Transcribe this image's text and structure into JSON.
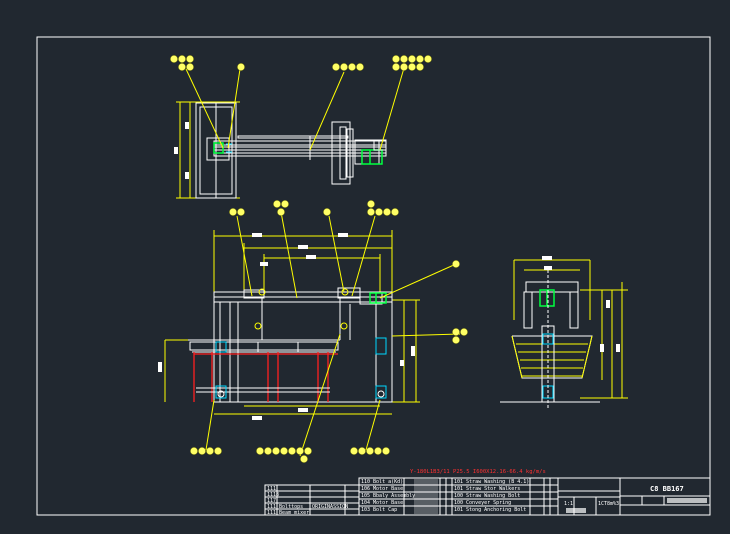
{
  "drawing": {
    "spec_note": "Y-180L1B3/11 P25.5 I600X12.16-66.4 kg/m/s",
    "title_code": "C8  BB167",
    "frame_color": "#ffffff",
    "annotation_color": "#ffff00",
    "background_color": "#212830"
  },
  "title_block": {
    "left_rows": [
      "111",
      "1118",
      "117",
      "111  Bolttops",
      "111  Beam mixer"
    ],
    "left_mid": [
      "",
      "",
      "",
      "",
      "ORIGINASSION"
    ],
    "mid_rows": [
      "110  Bolt  a(Kd)",
      "106  Motor  Base",
      "105  Bbaly  Assembly",
      "104  Motor  Base",
      "103  Bolt  Cap"
    ],
    "right_rows": [
      "101  Straw Washing (B 4.1)",
      "101  Straw Stor Walkers",
      "100  Straw Washing Bolt",
      "100  Conveyer Spring",
      "101  Stong Anchoring Bolt"
    ],
    "scale_label": "1:1",
    "sheet_label": "1CT8m%3"
  },
  "icons": [
    "balloon-callout-icon"
  ]
}
